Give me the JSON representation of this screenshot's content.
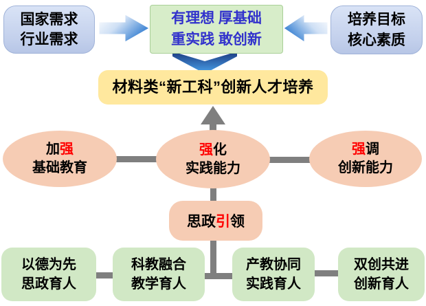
{
  "colors": {
    "background": "#ffffff",
    "blue_box_fill": "#c9d5ee",
    "green_top_fill": "#d7edc9",
    "green_top_text": "#3232cc",
    "banner_fill": "#ffe89e",
    "ellipse_fill": "#f6ccb4",
    "bottom_box_fill": "#d1e8c5",
    "accent_red": "#ff0000",
    "connector_gray": "#7f7f7f",
    "arrow_blue": "#2f7bd0",
    "chevron_navy": "#1c3a80"
  },
  "top_row": {
    "left_box": {
      "line1": "国家需求",
      "line2": "行业需求"
    },
    "center_box": {
      "line1": "有理想  厚基础",
      "line2": "重实践  敢创新"
    },
    "right_box": {
      "line1": "培养目标",
      "line2": "核心素质"
    }
  },
  "banner": {
    "text": "材料类“新工科”创新人才培养"
  },
  "ellipses": [
    {
      "pre": "加",
      "red": "强",
      "post": "",
      "line2": "基础教育"
    },
    {
      "pre": "",
      "red": "强",
      "post": "化",
      "line2": "实践能力"
    },
    {
      "pre": "",
      "red": "强",
      "post": "调",
      "line2": "创新能力"
    }
  ],
  "lead_box": {
    "pre": "思政",
    "red": "引",
    "post": "领"
  },
  "bottom_boxes": [
    {
      "line1": "以德为先",
      "line2": "思政育人"
    },
    {
      "line1": "科教融合",
      "line2": "教学育人"
    },
    {
      "line1": "产教协同",
      "line2": "实践育人"
    },
    {
      "line1": "双创共进",
      "line2": "创新育人"
    }
  ],
  "icons": {
    "arrow_right": "gradient-block-arrow-right",
    "arrow_left": "gradient-block-arrow-left",
    "chevron_down": "blue-chevron-down-arrow",
    "arrow_up": "gray-up-arrow"
  }
}
